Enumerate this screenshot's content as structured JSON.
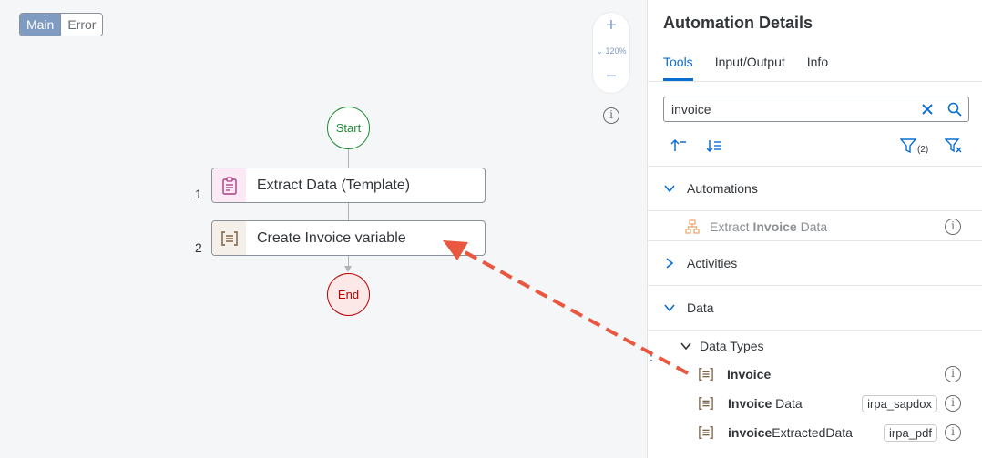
{
  "canvas": {
    "tabs": [
      {
        "label": "Main",
        "active": true
      },
      {
        "label": "Error",
        "active": false
      }
    ],
    "zoom": {
      "plus": "+",
      "level": "120%",
      "minus": "−"
    },
    "info_icon": "info-icon",
    "start_label": "Start",
    "end_label": "End",
    "steps": [
      {
        "number": "1",
        "label": "Extract Data (Template)",
        "icon": "clipboard-icon"
      },
      {
        "number": "2",
        "label": "Create Invoice variable",
        "icon": "data-type-icon"
      }
    ]
  },
  "panel": {
    "title": "Automation Details",
    "tabs": [
      {
        "label": "Tools",
        "active": true
      },
      {
        "label": "Input/Output",
        "active": false
      },
      {
        "label": "Info",
        "active": false
      }
    ],
    "search": {
      "value": "invoice"
    },
    "filter_count": "(2)",
    "sections": {
      "automations": {
        "label": "Automations",
        "expanded": true,
        "items": [
          {
            "pre": "Extract ",
            "bold": "Invoice",
            "post": " Data",
            "icon": "hierarchy-icon"
          }
        ]
      },
      "activities": {
        "label": "Activities",
        "expanded": false
      },
      "data": {
        "label": "Data",
        "expanded": true,
        "subsection": {
          "label": "Data Types",
          "expanded": true
        },
        "items": [
          {
            "bold": "Invoice",
            "post": "",
            "tag": ""
          },
          {
            "bold": "Invoice",
            "post": " Data",
            "tag": "irpa_sapdox"
          },
          {
            "bold": "invoice",
            "post": "ExtractedData",
            "tag": "irpa_pdf"
          }
        ]
      }
    }
  },
  "colors": {
    "accent": "#0a6ed1",
    "start": "#1d8b34",
    "end": "#bb0000",
    "drag_arrow": "#e9573f",
    "segment_active": "#7f9bc1"
  }
}
